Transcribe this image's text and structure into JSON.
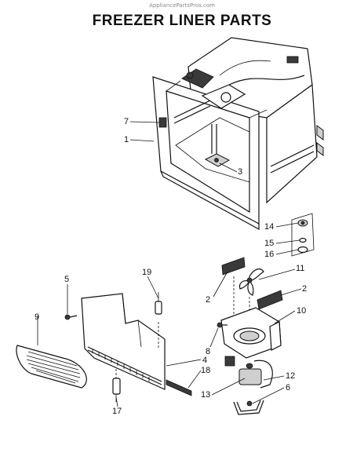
{
  "watermark": "AppliancePartsPros.com",
  "title": "FREEZER LINER PARTS",
  "callouts": {
    "c1": "1",
    "c2a": "2",
    "c2b": "2",
    "c3": "3",
    "c4": "4",
    "c5": "5",
    "c6": "6",
    "c7": "7",
    "c8": "8",
    "c9": "9",
    "c10": "10",
    "c11": "11",
    "c12": "12",
    "c13": "13",
    "c14": "14",
    "c15": "15",
    "c16": "16",
    "c17": "17",
    "c18": "18",
    "c19": "19"
  }
}
